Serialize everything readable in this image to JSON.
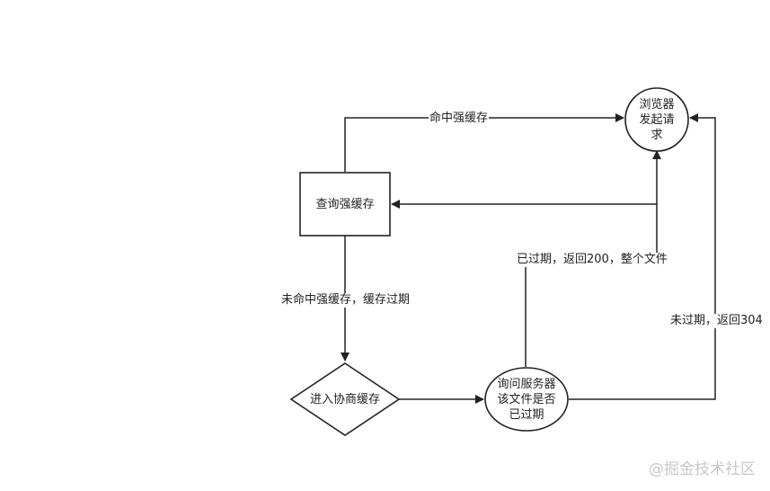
{
  "nodes": {
    "browser": [
      "浏览器",
      "发起请",
      "求"
    ],
    "query": [
      "查询强缓存"
    ],
    "negotiate": [
      "进入协商缓存"
    ],
    "ask_server": [
      "询问服务器",
      "该文件是否",
      "已过期"
    ]
  },
  "edges": {
    "hit_strong": "命中强缓存",
    "miss_strong": "未命中强缓存，缓存过期",
    "expired_200": "已过期，返回200，整个文件",
    "not_expired_304": "未过期，返回304"
  },
  "watermark": "@掘金技术社区",
  "colors": {
    "stroke": "#222222",
    "fill": "#ffffff",
    "watermark": "#c8c8c8"
  }
}
